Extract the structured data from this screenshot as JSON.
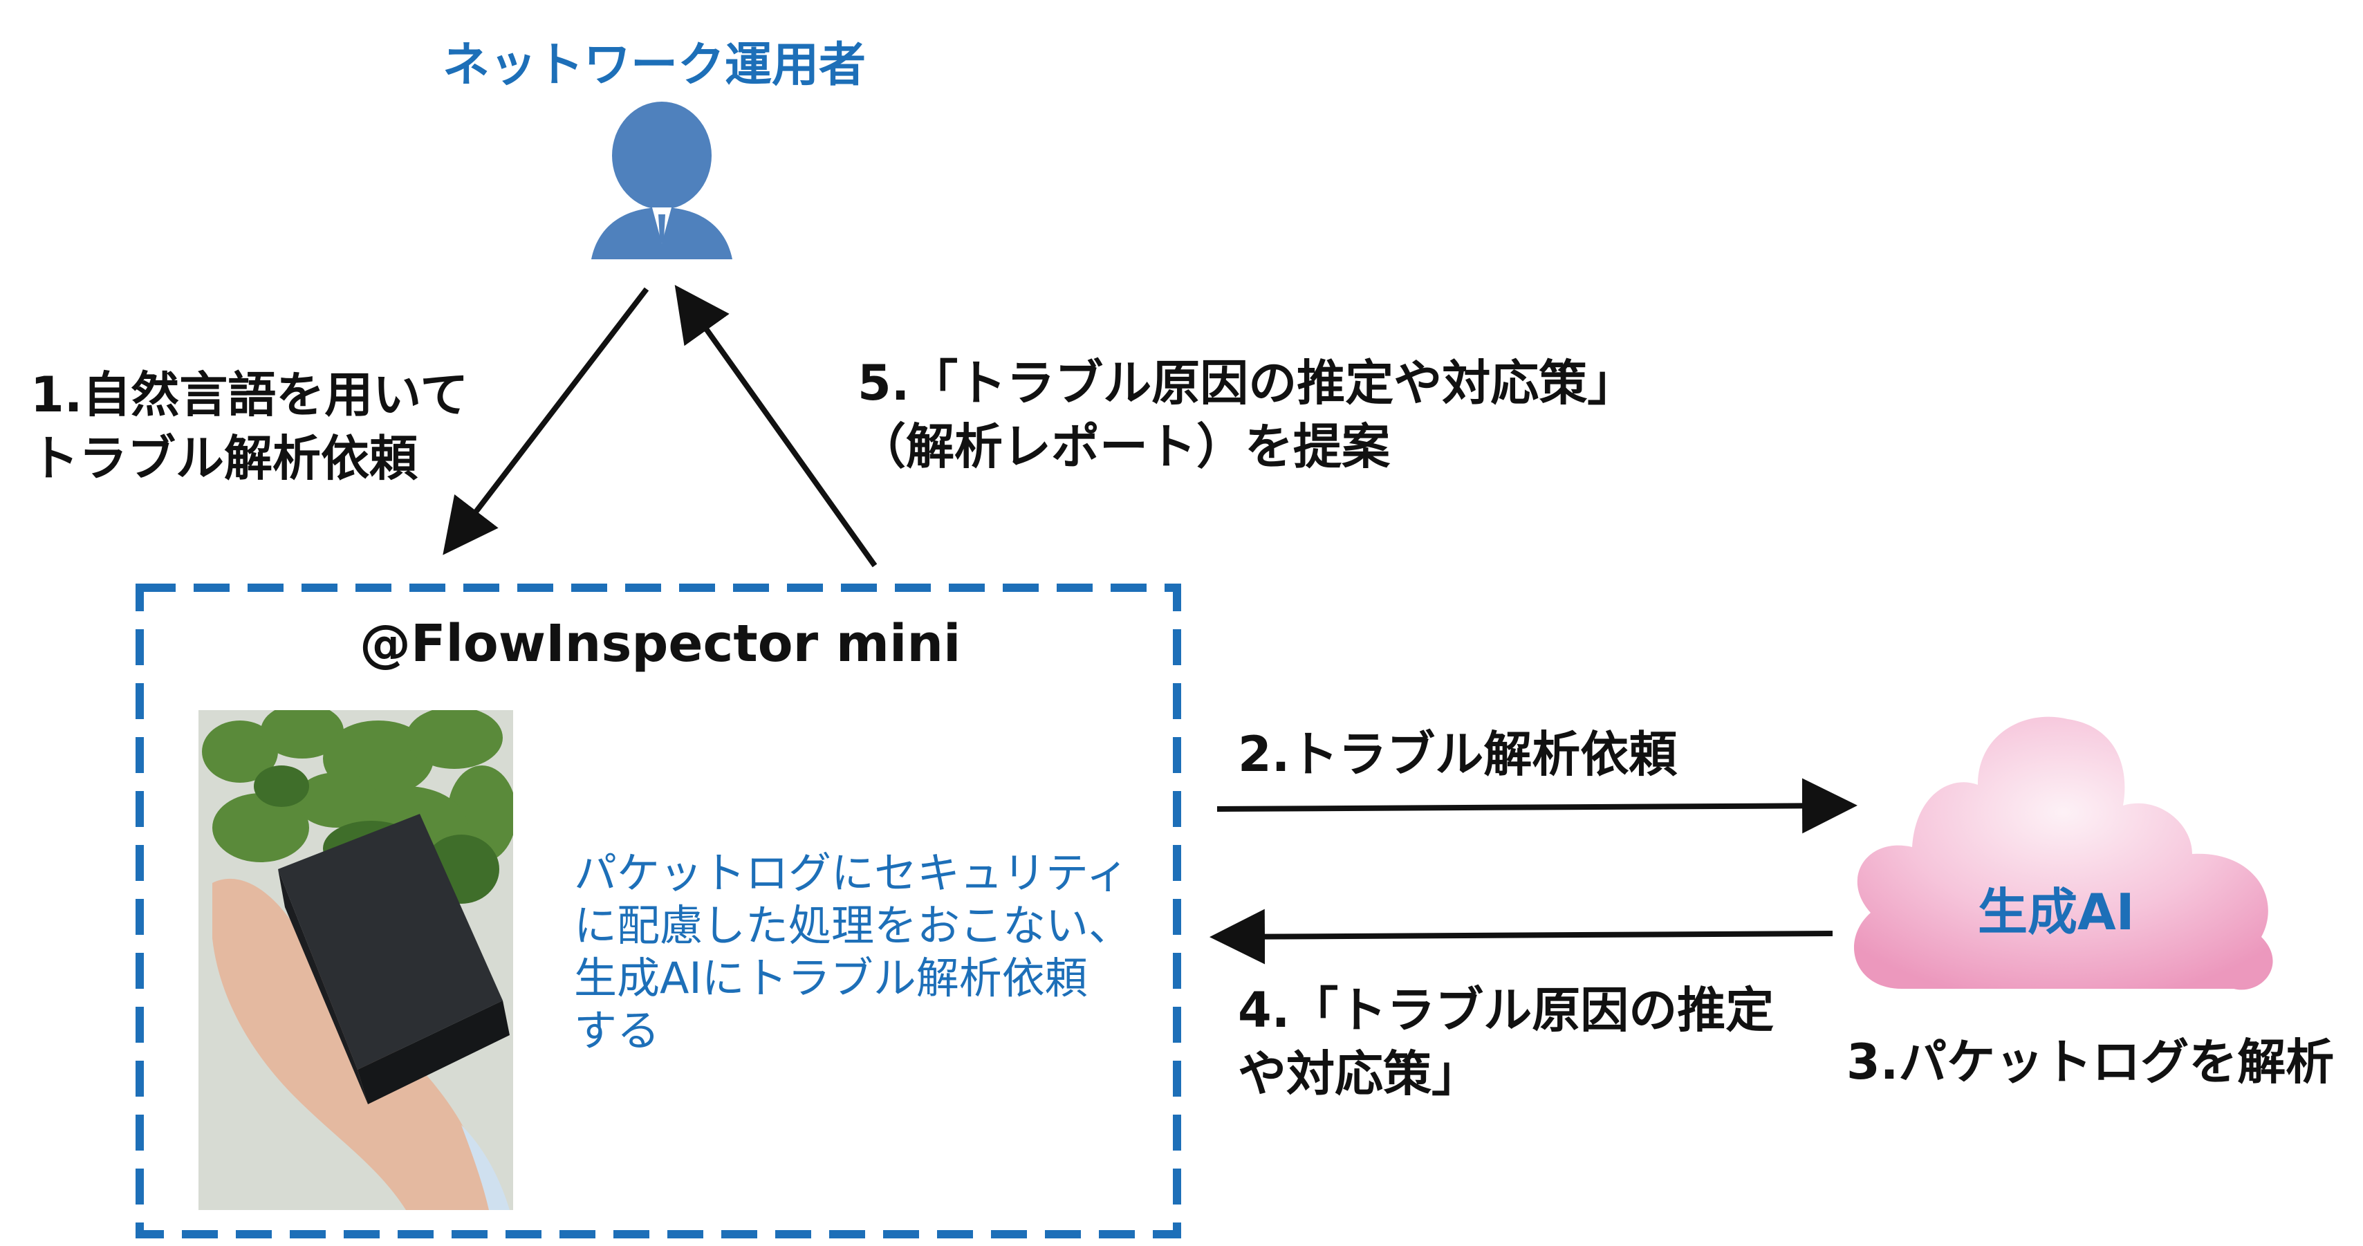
{
  "operator": {
    "title": "ネットワーク運用者"
  },
  "steps": {
    "step1": [
      "1.自然言語を用いて",
      "トラブル解析依頼"
    ],
    "step2": "2.トラブル解析依頼",
    "step3": "3.パケットログを解析",
    "step4": [
      "4.「トラブル原因の推定",
      "や対応策」"
    ],
    "step5": [
      "5.「トラブル原因の推定や対応策」",
      "（解析レポート）を提案"
    ]
  },
  "device": {
    "title": "@FlowInspector mini",
    "description": [
      "パケットログにセキュリティ",
      "に配慮した処理をおこない、",
      "生成AIにトラブル解析依頼",
      "する"
    ]
  },
  "ai": {
    "label": "生成AI"
  },
  "colors": {
    "accent_blue": "#1d6fb8",
    "person_blue": "#4f81bd",
    "cloud_pink": "#f2a9c9",
    "dashed_border": "#1d6fb8",
    "arrow": "#111111"
  },
  "icons": {
    "operator": "person-icon",
    "ai": "cloud-icon"
  }
}
